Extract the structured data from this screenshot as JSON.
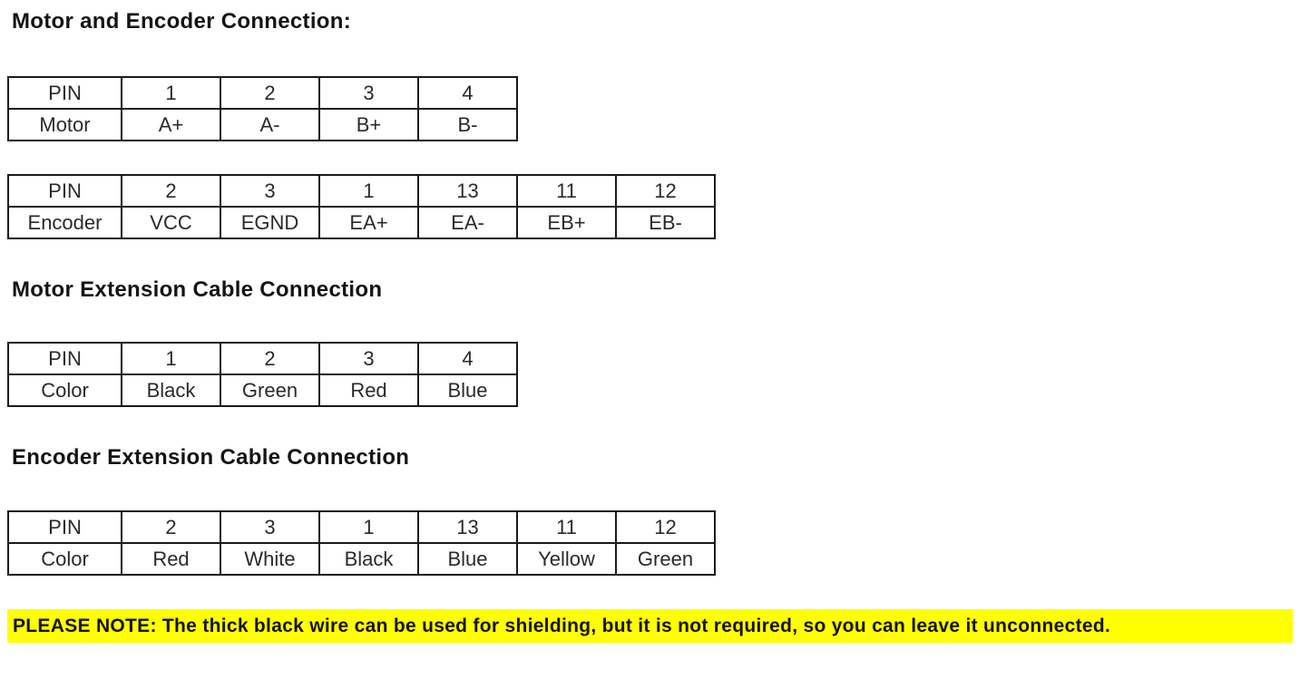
{
  "page": {
    "background_color": "#ffffff",
    "text_color": "#2a2a2a",
    "title_color": "#141414",
    "table_border_color": "#1a1a1a"
  },
  "sections": {
    "motor_encoder": {
      "title": "Motor and Encoder Connection:",
      "motor_table": {
        "rows": [
          [
            "PIN",
            "1",
            "2",
            "3",
            "4"
          ],
          [
            "Motor",
            "A+",
            "A-",
            "B+",
            "B-"
          ]
        ]
      },
      "encoder_table": {
        "rows": [
          [
            "PIN",
            "2",
            "3",
            "1",
            "13",
            "11",
            "12"
          ],
          [
            "Encoder",
            "VCC",
            "EGND",
            "EA+",
            "EA-",
            "EB+",
            "EB-"
          ]
        ]
      }
    },
    "motor_cable": {
      "title": "Motor Extension Cable Connection",
      "table": {
        "rows": [
          [
            "PIN",
            "1",
            "2",
            "3",
            "4"
          ],
          [
            "Color",
            "Black",
            "Green",
            "Red",
            "Blue"
          ]
        ]
      }
    },
    "encoder_cable": {
      "title": "Encoder Extension Cable Connection",
      "table": {
        "rows": [
          [
            "PIN",
            "2",
            "3",
            "1",
            "13",
            "11",
            "12"
          ],
          [
            "Color",
            "Red",
            "White",
            "Black",
            "Blue",
            "Yellow",
            "Green"
          ]
        ]
      }
    }
  },
  "note": {
    "text": "PLEASE NOTE: The thick black wire can be used for shielding, but it is not required, so you can leave it unconnected.",
    "highlight_color": "#ffff00"
  }
}
